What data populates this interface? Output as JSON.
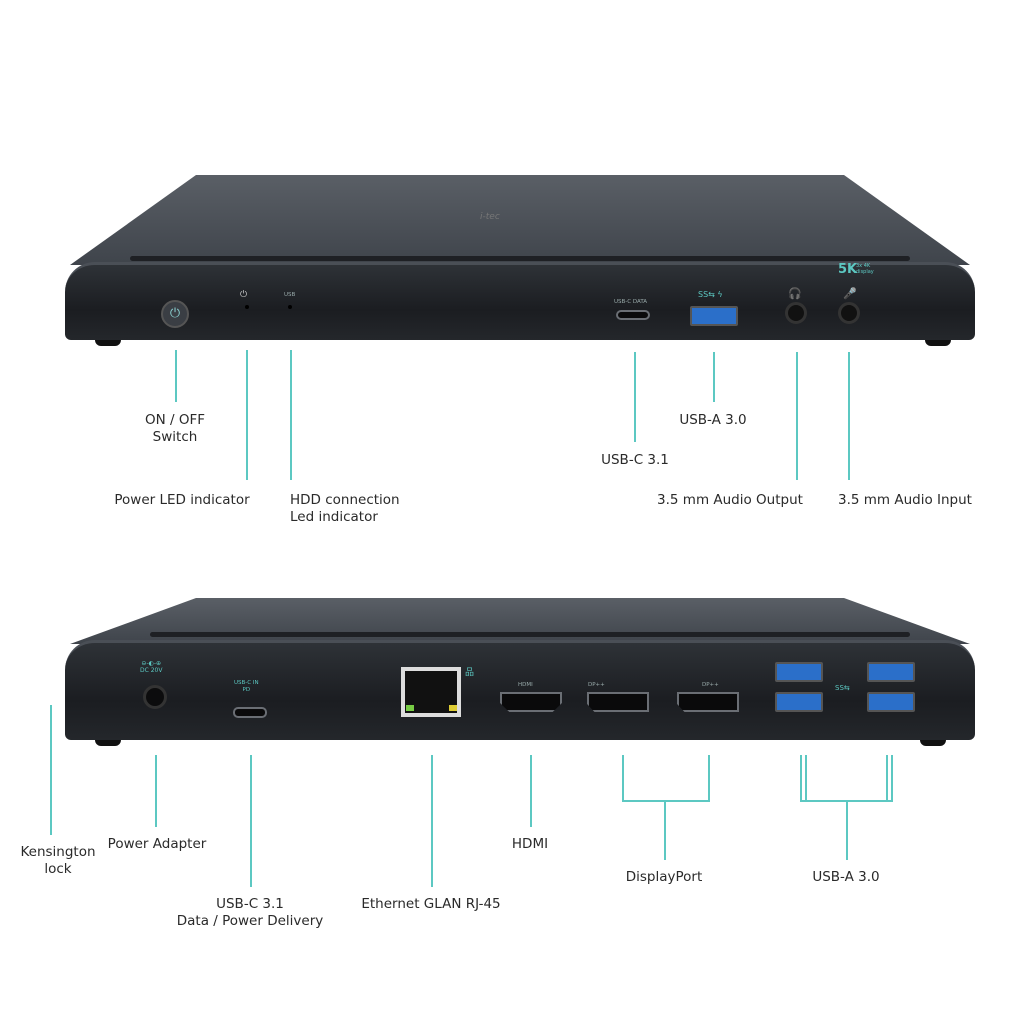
{
  "colors": {
    "callout_line": "#5cc8c2",
    "device_body": "#2a2d32",
    "usb3_blue": "#2b6fc9"
  },
  "front_device": {
    "logo": "i-tec",
    "badge_main": "5K",
    "badge_sub": "3x 4K display",
    "port_markings": {
      "usb": "USB",
      "usbc": "USB-C DATA",
      "usba": "SS⇆ ϟ"
    },
    "icons": [
      "power-button-icon",
      "power-led-icon",
      "headphones-icon",
      "microphone-icon"
    ]
  },
  "rear_device": {
    "port_markings": {
      "dc": "DC 20V",
      "usbc_in": "USB-C IN",
      "pd": "PD",
      "hdmi": "HDMI",
      "dp1": "DP++",
      "dp2": "DP++",
      "usb_ss": "SS⇆"
    }
  },
  "callouts_front": {
    "onoff_line1": "ON / OFF",
    "onoff_line2": "Switch",
    "power_led": "Power LED indicator",
    "hdd_line1": "HDD connection",
    "hdd_line2": "Led indicator",
    "usbc": "USB-C 3.1",
    "usba": "USB-A 3.0",
    "audio_out": "3.5 mm Audio Output",
    "audio_in": "3.5 mm Audio Input"
  },
  "callouts_rear": {
    "kensington_line1": "Kensington",
    "kensington_line2": "lock",
    "power_adapter": "Power Adapter",
    "usbc_line1": "USB-C 3.1",
    "usbc_line2": "Data / Power Delivery",
    "ethernet": "Ethernet GLAN RJ-45",
    "hdmi": "HDMI",
    "displayport": "DisplayPort",
    "usba": "USB-A 3.0"
  }
}
